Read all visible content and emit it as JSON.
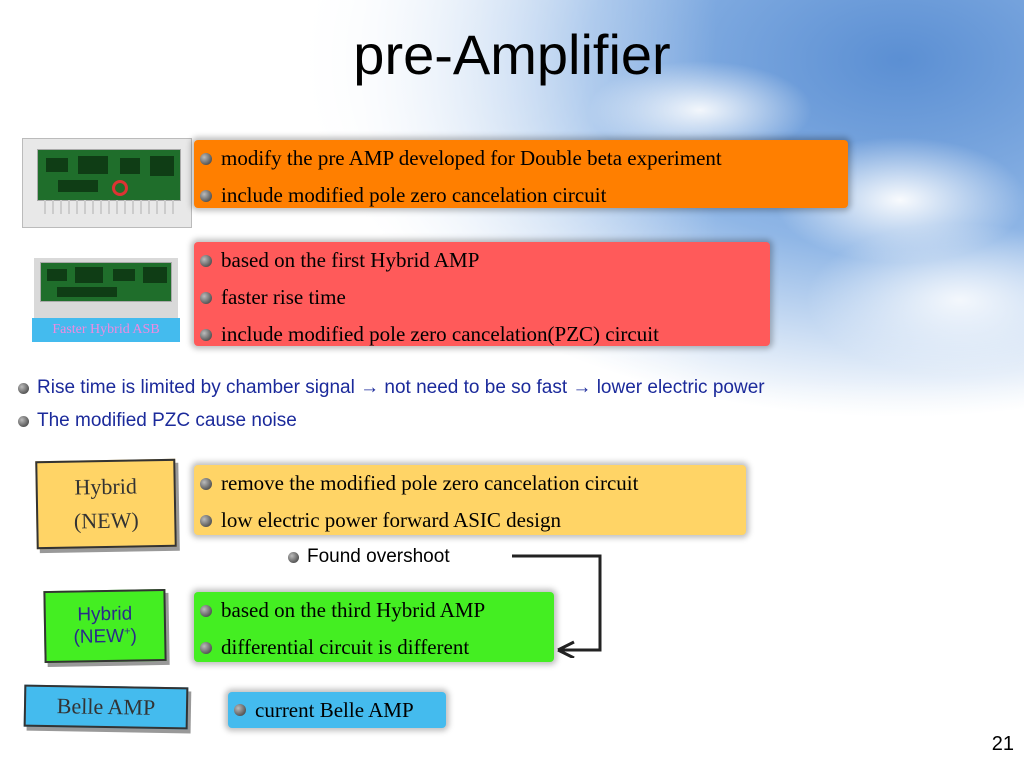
{
  "slide": {
    "title": "pre-Amplifier",
    "page_number": "21"
  },
  "boxes": {
    "orange": {
      "color": "#ff7f00",
      "items": [
        "modify the pre AMP developed for Double beta experiment",
        "include modified pole zero cancelation circuit"
      ]
    },
    "red": {
      "color": "#ff5a5a",
      "items": [
        "based on the first Hybrid AMP",
        "faster rise time",
        "include modified pole zero cancelation(PZC) circuit"
      ]
    },
    "yellow": {
      "color": "#ffd466",
      "items": [
        "remove the modified pole zero cancelation circuit",
        "low electric power forward ASIC design"
      ]
    },
    "green": {
      "color": "#44ee22",
      "items": [
        "based on the third Hybrid AMP",
        "differential circuit is different"
      ]
    },
    "blue": {
      "color": "#44bbee",
      "items": [
        "current Belle AMP"
      ]
    }
  },
  "notes": [
    "Rise time is limited by chamber signal → not need to be so fast → lower electric power",
    "The modified PZC cause noise"
  ],
  "overshoot_note": "Found overshoot",
  "labels": {
    "faster_hybrid": "Faster Hybrid ASB",
    "hybrid_new_line1": "Hybrid",
    "hybrid_new_line2": "(NEW)",
    "hybrid_newplus_line1": "Hybrid",
    "hybrid_newplus_line2": "(NEW",
    "hybrid_newplus_sup": "+",
    "hybrid_newplus_close": ")",
    "belle_amp": "Belle AMP"
  }
}
